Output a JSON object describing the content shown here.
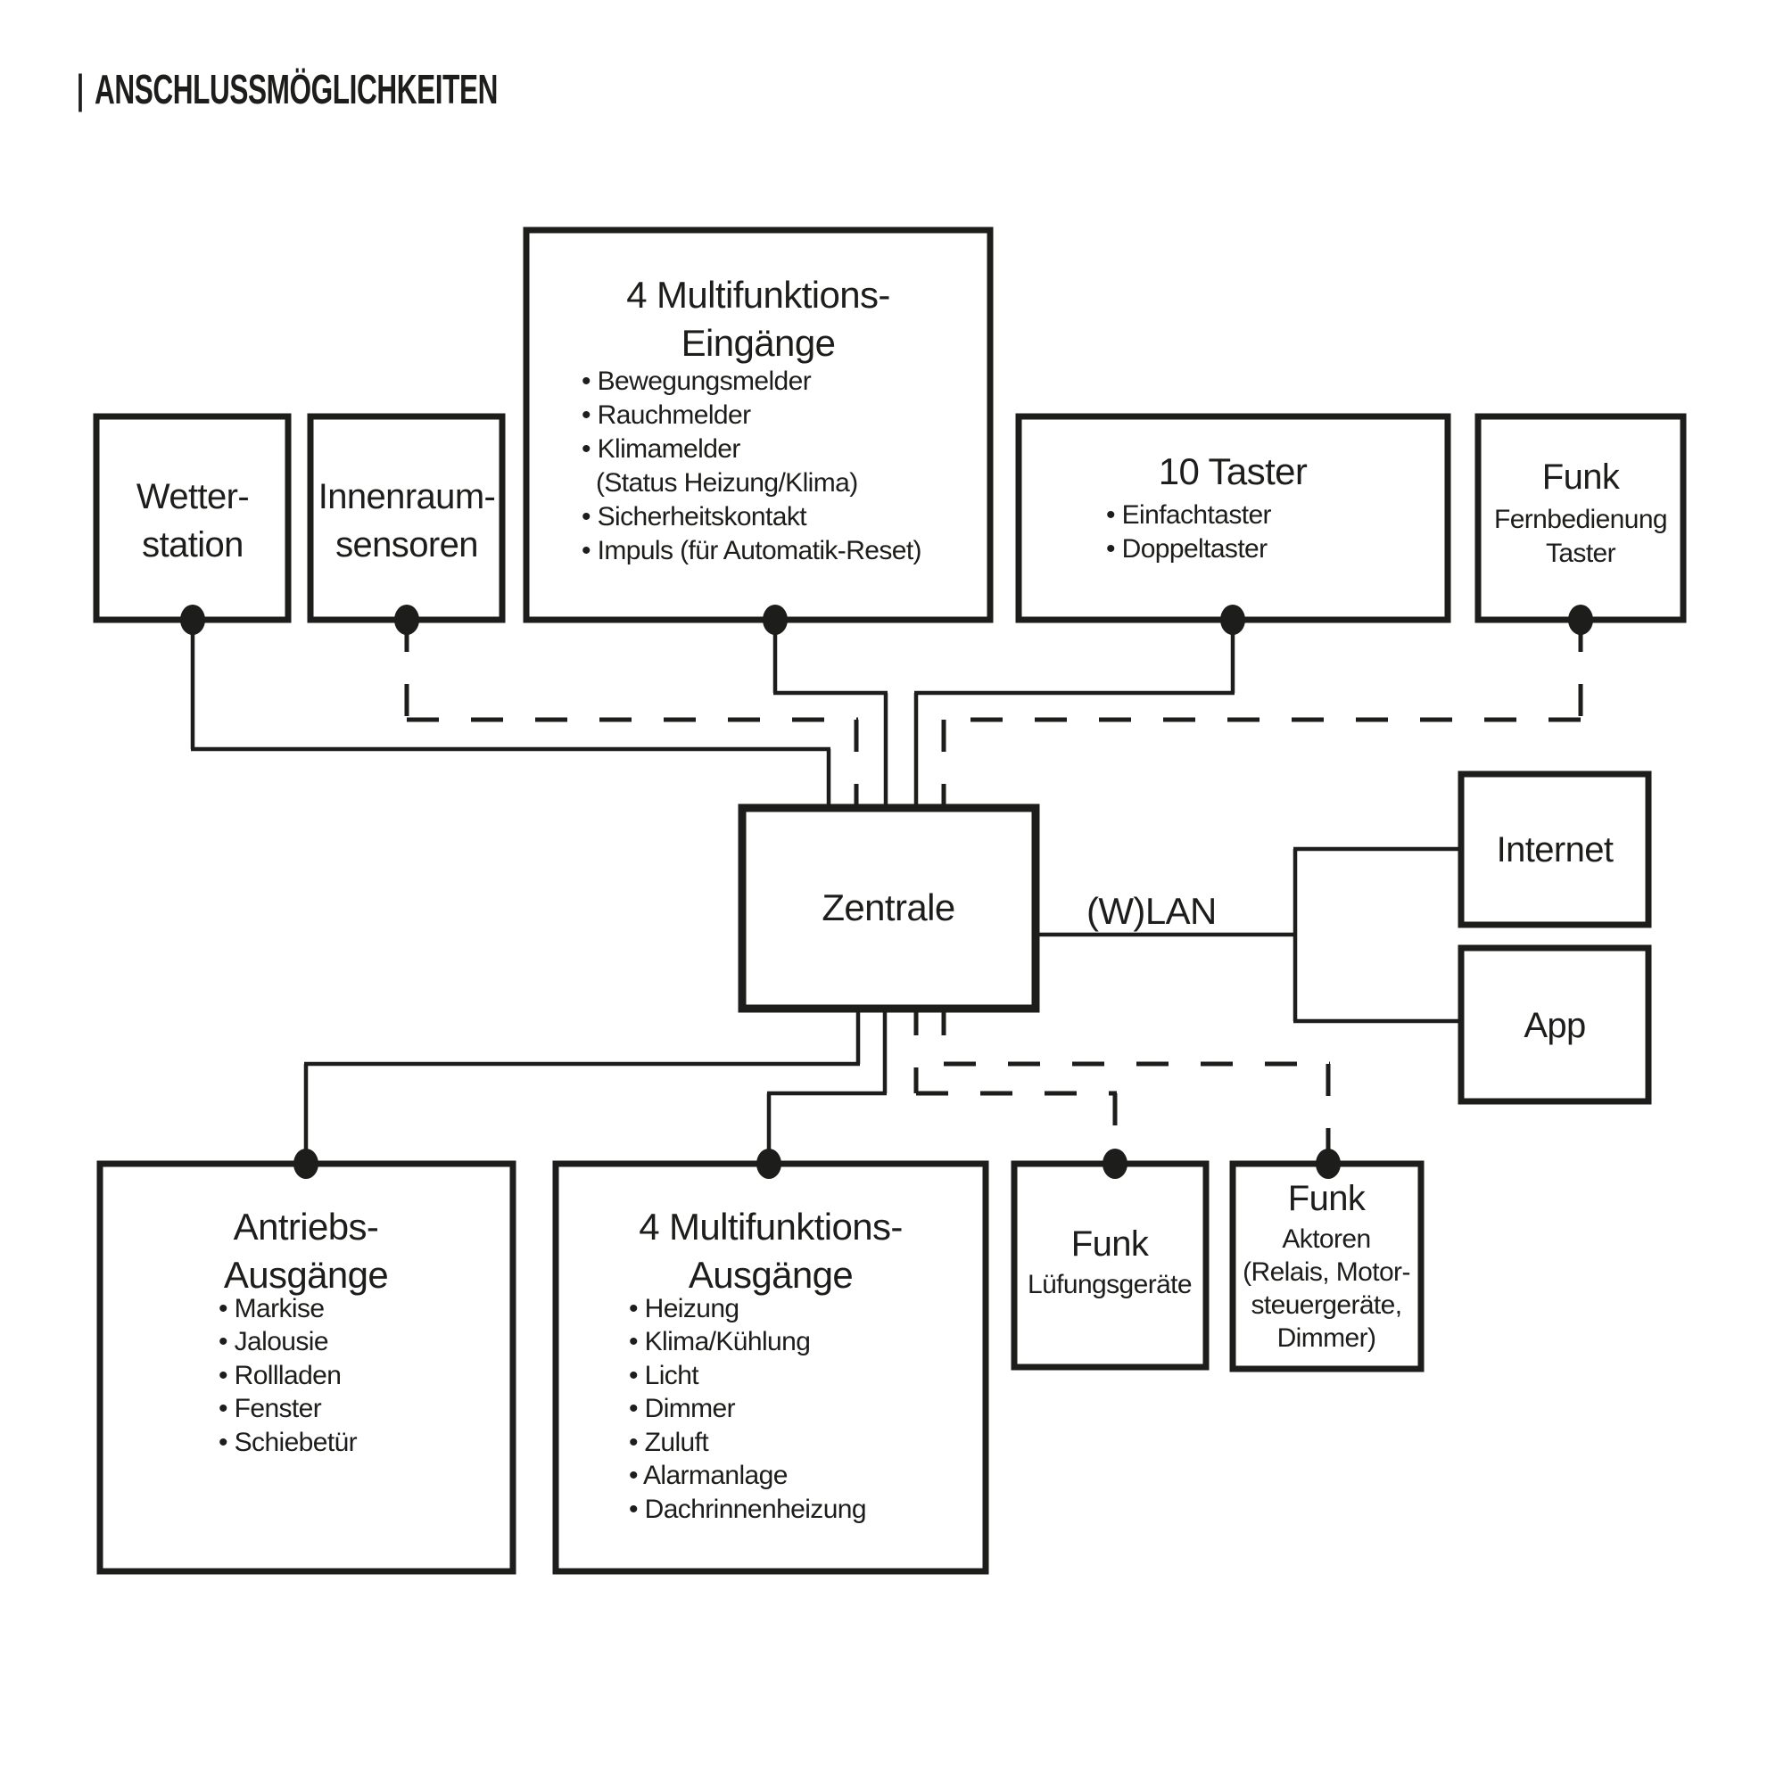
{
  "colors": {
    "ink": "#1d1d1b",
    "background": "#ffffff"
  },
  "header": {
    "prefix": "|",
    "title": "ANSCHLUSSMÖGLICHKEITEN"
  },
  "diagram": {
    "wetterstation": {
      "line1": "Wetter-",
      "line2": "station"
    },
    "innenraumsensoren": {
      "line1": "Innenraum-",
      "line2": "sensoren"
    },
    "mf_eingaenge": {
      "title1": "4 Multifunktions-",
      "title2": "Eingänge",
      "items": [
        "• Bewegungsmelder",
        "• Rauchmelder",
        "• Klimamelder",
        "(Status Heizung/Klima)",
        "• Sicherheitskontakt",
        "• Impuls (für Automatik-Reset)"
      ]
    },
    "taster": {
      "title": "10 Taster",
      "items": [
        "• Einfachtaster",
        "• Doppeltaster"
      ]
    },
    "funk_fernbedienung": {
      "title": "Funk",
      "line1": "Fernbedienung",
      "line2": "Taster"
    },
    "zentrale": {
      "label": "Zentrale"
    },
    "wlan_label": "(W)LAN",
    "internet": {
      "label": "Internet"
    },
    "app": {
      "label": "App"
    },
    "antriebs_ausgaenge": {
      "title1": "Antriebs-",
      "title2": "Ausgänge",
      "items": [
        "• Markise",
        "• Jalousie",
        "• Rollladen",
        "• Fenster",
        "• Schiebetür"
      ]
    },
    "mf_ausgaenge": {
      "title1": "4 Multifunktions-",
      "title2": "Ausgänge",
      "items": [
        "• Heizung",
        "• Klima/Kühlung",
        "• Licht",
        "• Dimmer",
        "• Zuluft",
        "• Alarmanlage",
        "• Dachrinnenheizung"
      ]
    },
    "funk_lueftungsgeraete": {
      "title": "Funk",
      "line1": "Lüfungsgeräte"
    },
    "funk_aktoren": {
      "title": "Funk",
      "line1": "Aktoren",
      "line2": "(Relais, Motor-",
      "line3": "steuergeräte,",
      "line4": "Dimmer)"
    }
  },
  "connections": [
    {
      "from": "Wetterstation",
      "to": "Zentrale",
      "type": "wired"
    },
    {
      "from": "Innenraumsensoren",
      "to": "Zentrale",
      "type": "wireless"
    },
    {
      "from": "4 Multifunktions-Eingänge",
      "to": "Zentrale",
      "type": "wired"
    },
    {
      "from": "10 Taster",
      "to": "Zentrale",
      "type": "wired"
    },
    {
      "from": "Funk Fernbedienung Taster",
      "to": "Zentrale",
      "type": "wireless"
    },
    {
      "from": "Zentrale",
      "to": "Antriebs-Ausgänge",
      "type": "wired"
    },
    {
      "from": "Zentrale",
      "to": "4 Multifunktions-Ausgänge",
      "type": "wired"
    },
    {
      "from": "Zentrale",
      "to": "Funk Lüfungsgeräte",
      "type": "wireless"
    },
    {
      "from": "Zentrale",
      "to": "Funk Aktoren",
      "type": "wireless"
    },
    {
      "from": "Zentrale",
      "to": "Internet",
      "type": "wired",
      "label": "(W)LAN"
    },
    {
      "from": "Zentrale",
      "to": "App",
      "type": "wired",
      "label": "(W)LAN"
    }
  ]
}
